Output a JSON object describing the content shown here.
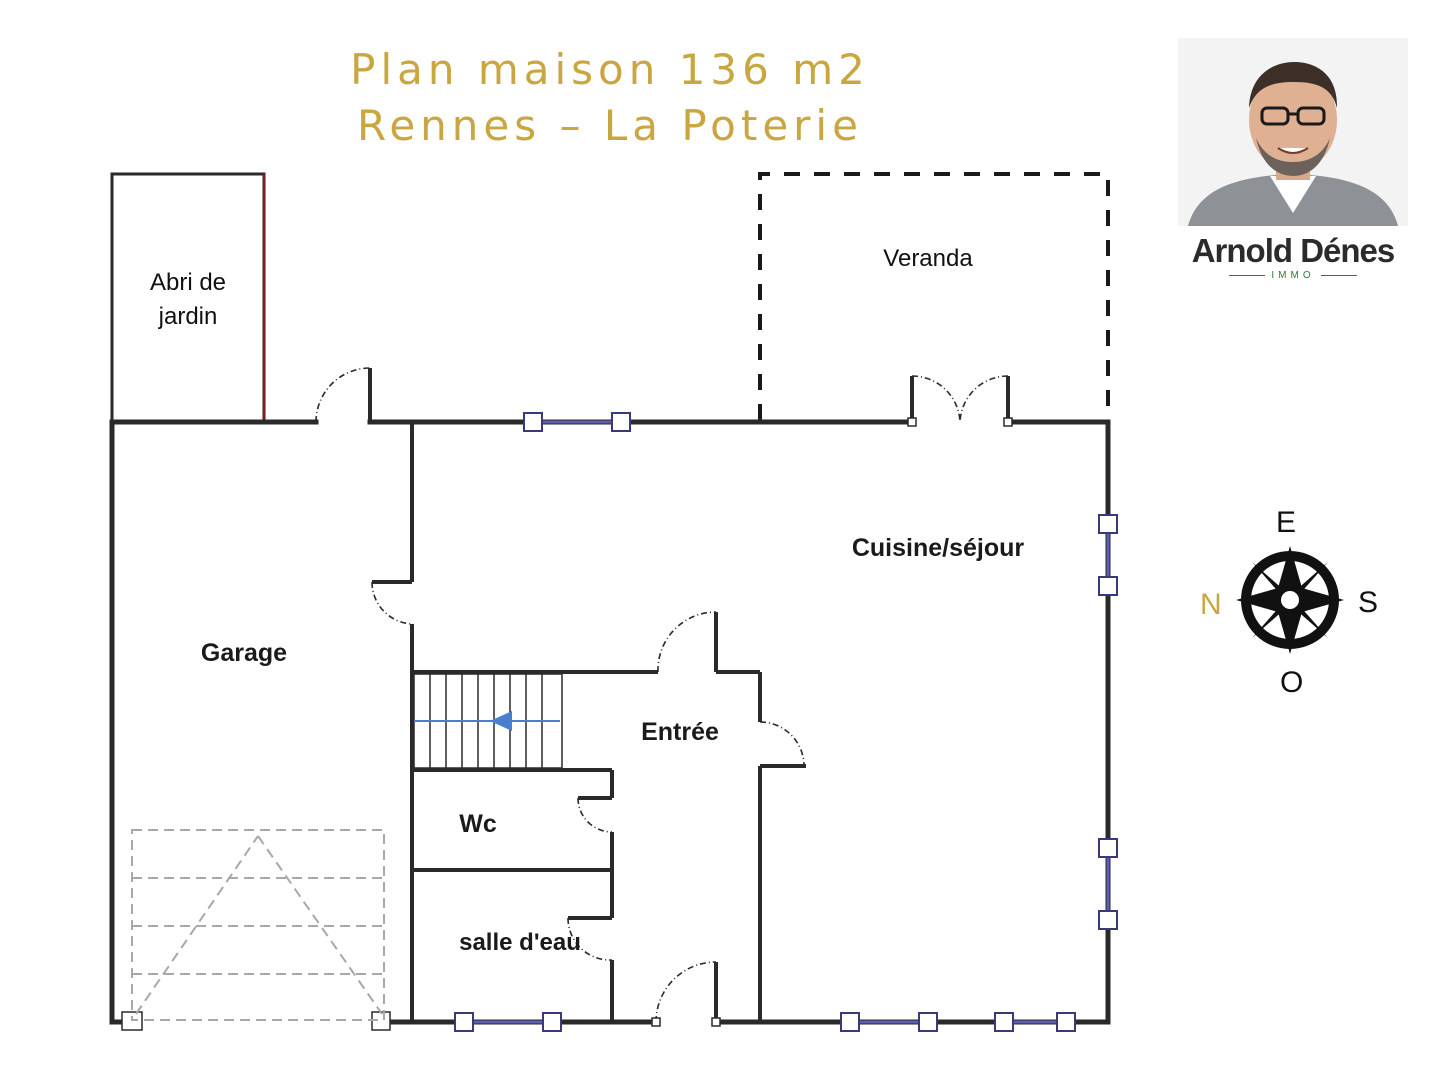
{
  "title": {
    "line1": "Plan maison 136 m2",
    "line2": "Rennes – La Poterie"
  },
  "rooms": {
    "abri": [
      "Abri de",
      "jardin"
    ],
    "veranda": "Veranda",
    "cuisine": "Cuisine/séjour",
    "garage": "Garage",
    "entree": "Entrée",
    "wc": "Wc",
    "salle_eau": "salle d'eau"
  },
  "brand": {
    "name": "Arnold Dénes",
    "sub": "IMMO"
  },
  "compass": {
    "top": "E",
    "left": "N",
    "right": "S",
    "bottom": "O"
  },
  "colors": {
    "title_gold": "#c9a640",
    "wall": "#2a2a2a",
    "window": "#5a5fb5",
    "stair_arrow": "#4a7fd0",
    "compass_north": "#c9a640",
    "brand_green": "#2f7a3a"
  },
  "icons": {
    "compass": "compass-rose-icon",
    "stairs_arrow": "arrow-left-icon",
    "portrait": "agent-portrait"
  }
}
